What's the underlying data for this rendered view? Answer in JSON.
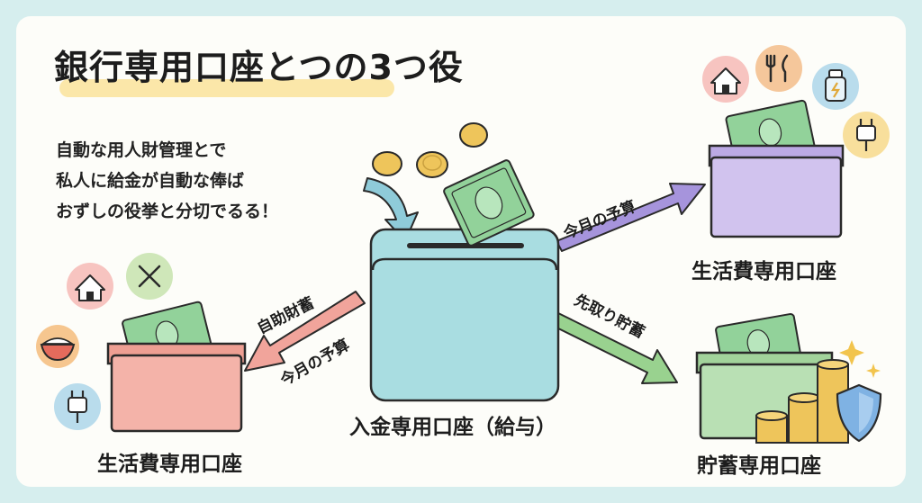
{
  "title": "銀行専用口座とつの3つ役",
  "description": [
    "自動な用人財管理とで",
    "私人に給金が自動な俸ば",
    "おずしの役挙と分切でるる！"
  ],
  "accounts": {
    "center": "入金専用口座（給与）",
    "top_right": "生活費専用口座",
    "bottom_left": "生活費専用口座",
    "bottom_right": "貯蓄専用口座"
  },
  "arrows": {
    "to_top_right": "今月の予算",
    "to_bottom_right": "先取り貯蓄",
    "to_left_upper": "自助財蓄",
    "to_left_lower": "今月の予算"
  },
  "colors": {
    "center_box": "#a9dde1",
    "living_box": "#d1c3ee",
    "left_box": "#f4b3a9",
    "savings_box": "#b9e0b4",
    "purple_arrow": "#a694dc",
    "green_arrow": "#99d28f",
    "pink_arrow": "#f1a49b",
    "blue_arrow": "#8fcbd9",
    "coin": "#eec55b",
    "bill": "#92d29a"
  }
}
